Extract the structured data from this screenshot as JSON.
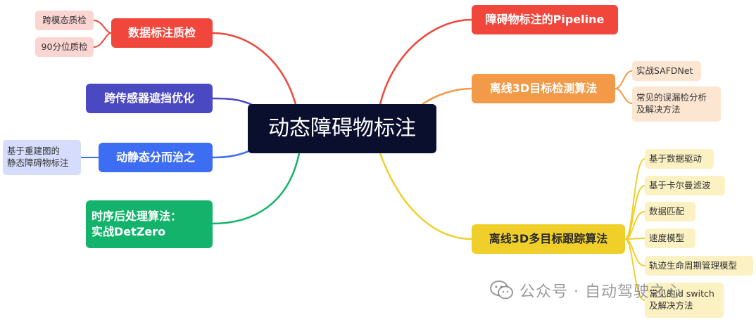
{
  "diagram": {
    "central": "动态障碍物标注",
    "left_branches": [
      {
        "label": "数据标注质检",
        "color": "#f0463c",
        "children": [
          {
            "label": "跨模态质检",
            "fill": "#fbd5d2"
          },
          {
            "label": "90分位质检",
            "fill": "#fbd5d2"
          }
        ]
      },
      {
        "label": "跨传感器遮挡优化",
        "color": "#4b49c2",
        "children": []
      },
      {
        "label": "动静态分而治之",
        "color": "#3d6df2",
        "children": [
          {
            "label": "基于重建图的\n静态障碍物标注",
            "fill": "#d6dcfb"
          }
        ]
      },
      {
        "label": "时序后处理算法：\n实战DetZero",
        "color": "#13b36b",
        "children": []
      }
    ],
    "right_branches": [
      {
        "label": "障碍物标注的Pipeline",
        "color": "#f0463c",
        "children": []
      },
      {
        "label": "离线3D目标检测算法",
        "color": "#f29a47",
        "children": [
          {
            "label": "实战SAFDNet",
            "fill": "#fde6d1"
          },
          {
            "label": "常见的误漏检分析\n及解决方法",
            "fill": "#fde6d1"
          }
        ]
      },
      {
        "label": "离线3D多目标跟踪算法",
        "color": "#f0cf2a",
        "children": [
          {
            "label": "基于数据驱动",
            "fill": "#fbf1c3"
          },
          {
            "label": "基于卡尔曼滤波",
            "fill": "#fbf1c3"
          },
          {
            "label": "数据匹配",
            "fill": "#fbf1c3"
          },
          {
            "label": "速度模型",
            "fill": "#fbf1c3"
          },
          {
            "label": "轨迹生命周期管理模型",
            "fill": "#fbf1c3"
          },
          {
            "label": "常见的id switch\n及解决方法",
            "fill": "#fbf1c3"
          }
        ]
      }
    ],
    "text_color_dark_branch": "#2b2b2b"
  },
  "watermark": {
    "text": "公众号 · 自动驾驶之心",
    "icon": "wechat-icon"
  }
}
